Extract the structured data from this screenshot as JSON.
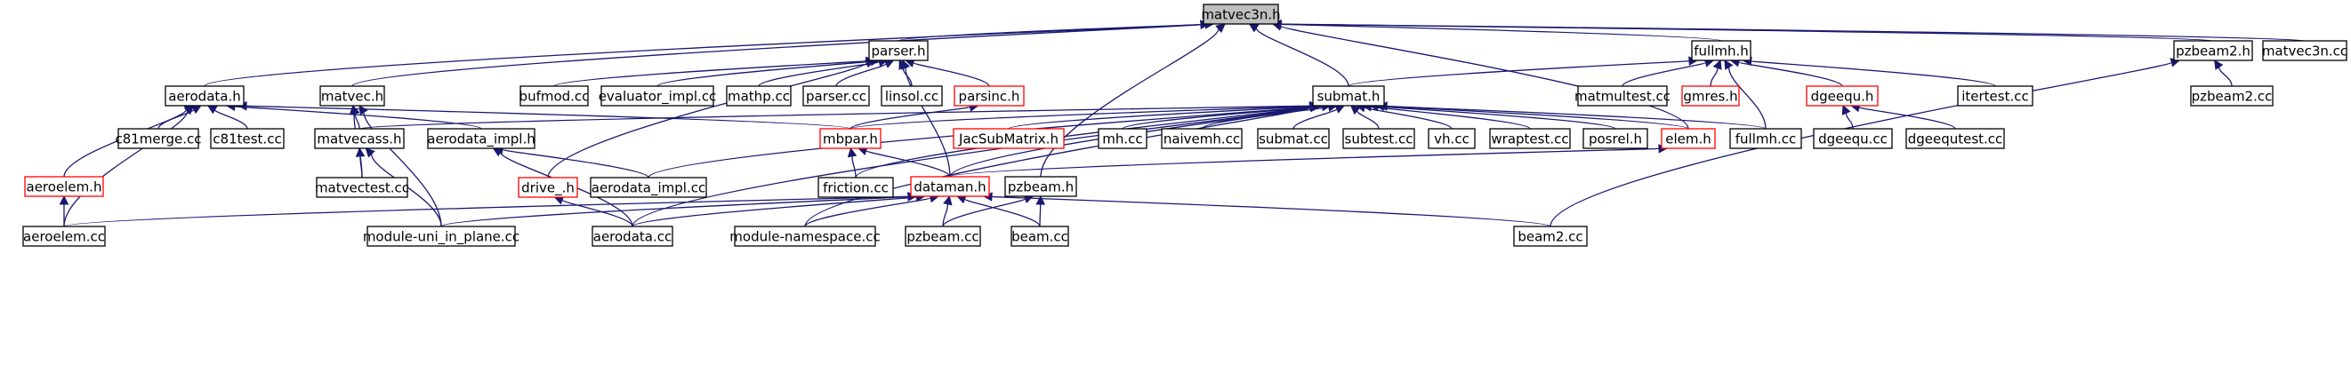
{
  "diagram": {
    "type": "include-dependency-graph",
    "colors": {
      "edge": "#191970",
      "node_border": "#000000",
      "node_border_truncated": "#ff0000",
      "focus_fill": "#bfbfbf",
      "node_fill": "#ffffff"
    },
    "nodes": [
      {
        "id": "matvec3n_h",
        "label": "matvec3n.h",
        "focus": true
      },
      {
        "id": "parser_h",
        "label": "parser.h"
      },
      {
        "id": "fullmh_h",
        "label": "fullmh.h"
      },
      {
        "id": "pzbeam2_h",
        "label": "pzbeam2.h"
      },
      {
        "id": "matvec3n_cc",
        "label": "matvec3n.cc"
      },
      {
        "id": "aerodata_h",
        "label": "aerodata.h"
      },
      {
        "id": "matvec_h",
        "label": "matvec.h"
      },
      {
        "id": "bufmod_cc",
        "label": "bufmod.cc"
      },
      {
        "id": "evaluator_impl_cc",
        "label": "evaluator_impl.cc"
      },
      {
        "id": "mathp_cc",
        "label": "mathp.cc"
      },
      {
        "id": "parser_cc",
        "label": "parser.cc"
      },
      {
        "id": "linsol_cc",
        "label": "linsol.cc"
      },
      {
        "id": "parsinc_h",
        "label": "parsinc.h",
        "red": true
      },
      {
        "id": "matmultest_cc",
        "label": "matmultest.cc"
      },
      {
        "id": "gmres_h",
        "label": "gmres.h",
        "red": true
      },
      {
        "id": "dgeequ_h",
        "label": "dgeequ.h",
        "red": true
      },
      {
        "id": "itertest_cc",
        "label": "itertest.cc"
      },
      {
        "id": "pzbeam2_cc",
        "label": "pzbeam2.cc"
      },
      {
        "id": "submat_h",
        "label": "submat.h"
      },
      {
        "id": "c81merge_cc",
        "label": "c81merge.cc"
      },
      {
        "id": "c81test_cc",
        "label": "c81test.cc"
      },
      {
        "id": "matvecass_h",
        "label": "matvecass.h"
      },
      {
        "id": "aerodata_impl_h",
        "label": "aerodata_impl.h"
      },
      {
        "id": "mbpar_h",
        "label": "mbpar.h",
        "red": true
      },
      {
        "id": "JacSubMatrix_h",
        "label": "JacSubMatrix.h",
        "red": true
      },
      {
        "id": "mh_cc",
        "label": "mh.cc"
      },
      {
        "id": "naivemh_cc",
        "label": "naivemh.cc"
      },
      {
        "id": "submat_cc",
        "label": "submat.cc"
      },
      {
        "id": "subtest_cc",
        "label": "subtest.cc"
      },
      {
        "id": "vh_cc",
        "label": "vh.cc"
      },
      {
        "id": "wraptest_cc",
        "label": "wraptest.cc"
      },
      {
        "id": "posrel_h",
        "label": "posrel.h"
      },
      {
        "id": "elem_h",
        "label": "elem.h",
        "red": true
      },
      {
        "id": "fullmh_cc",
        "label": "fullmh.cc"
      },
      {
        "id": "dgeequ_cc",
        "label": "dgeequ.cc"
      },
      {
        "id": "dgeequtest_cc",
        "label": "dgeequtest.cc"
      },
      {
        "id": "aeroelem_h",
        "label": "aeroelem.h",
        "red": true
      },
      {
        "id": "matvectest_cc",
        "label": "matvectest.cc"
      },
      {
        "id": "drive__h",
        "label": "drive_.h",
        "red": true
      },
      {
        "id": "aerodata_impl_cc",
        "label": "aerodata_impl.cc"
      },
      {
        "id": "friction_cc",
        "label": "friction.cc"
      },
      {
        "id": "dataman_h",
        "label": "dataman.h",
        "red": true
      },
      {
        "id": "pzbeam_h",
        "label": "pzbeam.h"
      },
      {
        "id": "aeroelem_cc",
        "label": "aeroelem.cc"
      },
      {
        "id": "module_uni_in_plane_cc",
        "label": "module-uni_in_plane.cc"
      },
      {
        "id": "aerodata_cc",
        "label": "aerodata.cc"
      },
      {
        "id": "module_namespace_cc",
        "label": "module-namespace.cc"
      },
      {
        "id": "pzbeam_cc",
        "label": "pzbeam.cc"
      },
      {
        "id": "beam_cc",
        "label": "beam.cc"
      },
      {
        "id": "beam2_cc",
        "label": "beam2.cc"
      }
    ],
    "edges": [
      [
        "parser_h",
        "matvec3n_h"
      ],
      [
        "fullmh_h",
        "matvec3n_h"
      ],
      [
        "pzbeam2_h",
        "matvec3n_h"
      ],
      [
        "matvec3n_cc",
        "matvec3n_h"
      ],
      [
        "aerodata_h",
        "matvec3n_h"
      ],
      [
        "matvec_h",
        "matvec3n_h"
      ],
      [
        "submat_h",
        "matvec3n_h"
      ],
      [
        "pzbeam_h",
        "matvec3n_h"
      ],
      [
        "elem_h",
        "matvec3n_h"
      ],
      [
        "bufmod_cc",
        "parser_h"
      ],
      [
        "evaluator_impl_cc",
        "parser_h"
      ],
      [
        "mathp_cc",
        "parser_h"
      ],
      [
        "parser_cc",
        "parser_h"
      ],
      [
        "linsol_cc",
        "parser_h"
      ],
      [
        "parsinc_h",
        "parser_h"
      ],
      [
        "drive__h",
        "parser_h"
      ],
      [
        "dataman_h",
        "parser_h"
      ],
      [
        "submat_h",
        "fullmh_h"
      ],
      [
        "matmultest_cc",
        "fullmh_h"
      ],
      [
        "gmres_h",
        "fullmh_h"
      ],
      [
        "dgeequ_h",
        "fullmh_h"
      ],
      [
        "itertest_cc",
        "fullmh_h"
      ],
      [
        "fullmh_cc",
        "fullmh_h"
      ],
      [
        "pzbeam2_cc",
        "pzbeam2_h"
      ],
      [
        "beam2_cc",
        "pzbeam2_h"
      ],
      [
        "c81merge_cc",
        "aerodata_h"
      ],
      [
        "c81test_cc",
        "aerodata_h"
      ],
      [
        "aerodata_impl_h",
        "aerodata_h"
      ],
      [
        "aeroelem_h",
        "aerodata_h"
      ],
      [
        "aeroelem_cc",
        "aerodata_h"
      ],
      [
        "mbpar_h",
        "aerodata_h"
      ],
      [
        "matvecass_h",
        "matvec_h"
      ],
      [
        "matvectest_cc",
        "matvec_h"
      ],
      [
        "module_uni_in_plane_cc",
        "matvec_h"
      ],
      [
        "mbpar_h",
        "parsinc_h"
      ],
      [
        "matvecass_h",
        "submat_h"
      ],
      [
        "mbpar_h",
        "submat_h"
      ],
      [
        "JacSubMatrix_h",
        "submat_h"
      ],
      [
        "mh_cc",
        "submat_h"
      ],
      [
        "naivemh_cc",
        "submat_h"
      ],
      [
        "submat_cc",
        "submat_h"
      ],
      [
        "subtest_cc",
        "submat_h"
      ],
      [
        "vh_cc",
        "submat_h"
      ],
      [
        "wraptest_cc",
        "submat_h"
      ],
      [
        "posrel_h",
        "submat_h"
      ],
      [
        "elem_h",
        "submat_h"
      ],
      [
        "fullmh_cc",
        "submat_h"
      ],
      [
        "aerodata_impl_cc",
        "submat_h"
      ],
      [
        "aerodata_cc",
        "submat_h"
      ],
      [
        "module_namespace_cc",
        "submat_h"
      ],
      [
        "dataman_h",
        "submat_h"
      ],
      [
        "dgeequ_cc",
        "dgeequ_h"
      ],
      [
        "dgeequtest_cc",
        "dgeequ_h"
      ],
      [
        "matvectest_cc",
        "matvecass_h"
      ],
      [
        "module_uni_in_plane_cc",
        "matvecass_h"
      ],
      [
        "aerodata_impl_cc",
        "aerodata_impl_h"
      ],
      [
        "aerodata_cc",
        "aerodata_impl_h"
      ],
      [
        "friction_cc",
        "mbpar_h"
      ],
      [
        "dataman_h",
        "mbpar_h"
      ],
      [
        "dataman_h",
        "elem_h"
      ],
      [
        "aeroelem_cc",
        "aeroelem_h"
      ],
      [
        "aerodata_cc",
        "drive__h"
      ],
      [
        "friction_cc",
        "submat_h"
      ],
      [
        "aeroelem_cc",
        "dataman_h"
      ],
      [
        "module_uni_in_plane_cc",
        "dataman_h"
      ],
      [
        "aerodata_cc",
        "dataman_h"
      ],
      [
        "module_namespace_cc",
        "dataman_h"
      ],
      [
        "pzbeam_cc",
        "dataman_h"
      ],
      [
        "beam_cc",
        "dataman_h"
      ],
      [
        "beam2_cc",
        "dataman_h"
      ],
      [
        "pzbeam_cc",
        "pzbeam_h"
      ],
      [
        "beam_cc",
        "pzbeam_h"
      ]
    ]
  }
}
